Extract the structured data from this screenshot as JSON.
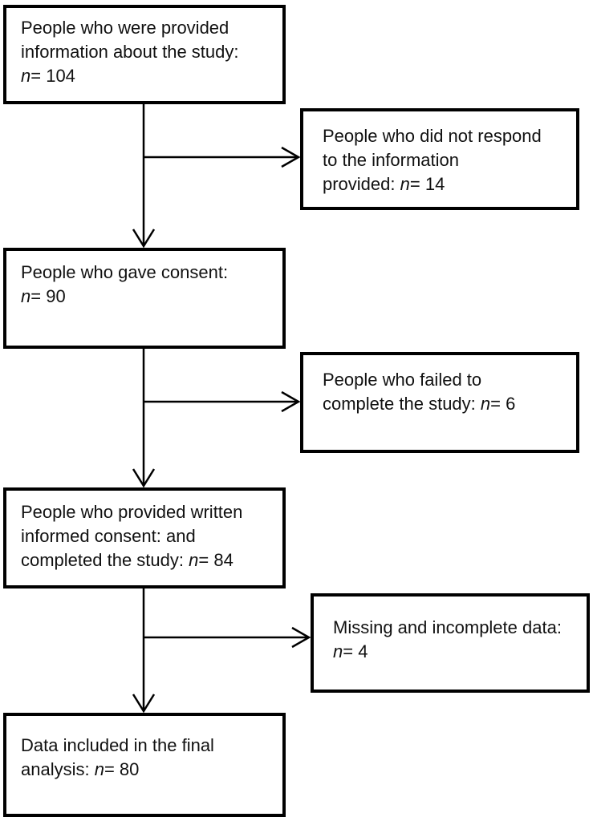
{
  "nodes": {
    "provided_info": {
      "lines": [
        "People who were provided",
        "information about the study:"
      ],
      "n_prefix": "n",
      "n_value": "= 104"
    },
    "no_response": {
      "lines": [
        "People who did not respond",
        "to the information"
      ],
      "tail_text": "provided: ",
      "n_prefix": "n",
      "n_value": "= 14"
    },
    "gave_consent": {
      "lines": [
        "People who gave consent:"
      ],
      "n_prefix": "n",
      "n_value": "= 90"
    },
    "failed_complete": {
      "lines": [
        "People who failed to"
      ],
      "tail_text": "complete the study: ",
      "n_prefix": "n",
      "n_value": "= 6"
    },
    "written_consent": {
      "lines": [
        "People who provided written",
        "informed consent: and"
      ],
      "tail_text": "completed the study: ",
      "n_prefix": "n",
      "n_value": "= 84"
    },
    "missing_data": {
      "lines": [
        "Missing and incomplete data:"
      ],
      "n_prefix": "n",
      "n_value": "= 4"
    },
    "final_analysis": {
      "lines": [
        "Data included in the final"
      ],
      "tail_text": "analysis: ",
      "n_prefix": "n",
      "n_value": "= 80"
    }
  }
}
